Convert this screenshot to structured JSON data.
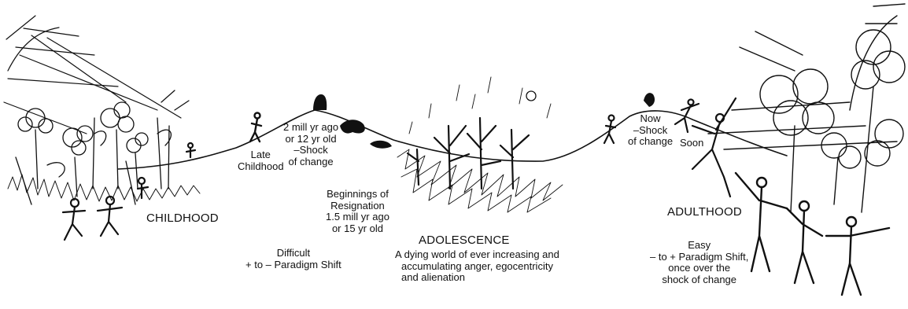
{
  "stages": {
    "childhood": "CHILDHOOD",
    "adolescence": "ADOLESCENCE",
    "adulthood": "ADULTHOOD"
  },
  "annotations": {
    "late_childhood": [
      "Late",
      "Childhood"
    ],
    "mill_12": [
      "2 mill yr ago",
      "or 12 yr old",
      "–Shock",
      "of change"
    ],
    "resignation": [
      "Beginnings of",
      "Resignation",
      "1.5 mill yr ago",
      "or 15 yr old"
    ],
    "difficult": [
      "Difficult",
      "+ to – Paradigm Shift"
    ],
    "dying_world": [
      "A dying world of ever increasing and",
      "accumulating anger, egocentricity",
      "and alienation"
    ],
    "now": [
      "Now",
      "–Shock",
      "of change"
    ],
    "soon": "Soon",
    "easy": [
      "Easy",
      "– to + Paradigm Shift,",
      "once over the",
      "shock of change"
    ]
  },
  "colors": {
    "ink": "#111111",
    "paper": "#ffffff"
  },
  "icons": [
    "sun-icon",
    "flower-icon",
    "stick-figure-icon",
    "dead-tree-icon",
    "gorilla-icon"
  ]
}
